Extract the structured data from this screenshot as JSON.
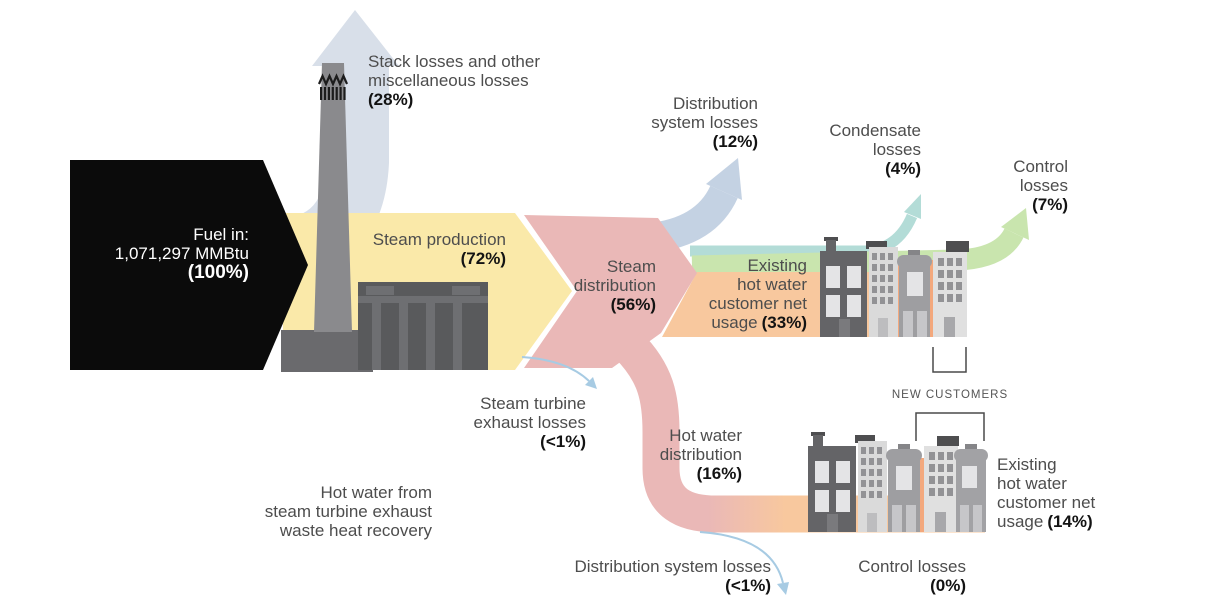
{
  "colors": {
    "stack_arrow": "#D8DFE9",
    "steam_production": "#FAE9A9",
    "steam_distribution": "#EAB8B7",
    "distribution_losses": "#C4D2E3",
    "condensate_losses": "#B3DCD7",
    "control_losses": "#C9E5AE",
    "hot_water_usage": "#F8C89E",
    "hot_water_highlight": "#F3A87D",
    "fuel_black": "#0B0B0B",
    "thin_arrow_blue": "#A7CBE3"
  },
  "labels": {
    "fuel_in": {
      "l1": "Fuel in:",
      "l2": "1,071,297 MMBtu",
      "pct": "(100%)"
    },
    "stack_losses": {
      "l1": "Stack losses and other",
      "l2": "miscellaneous losses",
      "pct": "(28%)"
    },
    "steam_production": {
      "l1": "Steam production",
      "pct": "(72%)"
    },
    "steam_distribution": {
      "l1": "Steam",
      "l2": "distribution",
      "pct": "(56%)"
    },
    "distribution_system_losses": {
      "l1": "Distribution",
      "l2": "system losses",
      "pct": "(12%)"
    },
    "condensate_losses": {
      "l1": "Condensate",
      "l2": "losses",
      "pct": "(4%)"
    },
    "control_losses_top": {
      "l1": "Control",
      "l2": "losses",
      "pct": "(7%)"
    },
    "existing_customer_top": {
      "l1": "Existing",
      "l2": "hot water",
      "l3": "customer net",
      "l4": "usage",
      "pct": "(33%)"
    },
    "steam_turbine_exhaust_losses": {
      "l1": "Steam turbine",
      "l2": "exhaust losses",
      "pct": "(<1%)"
    },
    "hot_water_distribution": {
      "l1": "Hot water",
      "l2": "distribution",
      "pct": "(16%)"
    },
    "heat_recovery_note": {
      "l1": "Hot water from",
      "l2": "steam turbine exhaust",
      "l3": "waste heat recovery"
    },
    "distribution_system_losses_bottom": {
      "l1": "Distribution system losses",
      "pct": "(<1%)"
    },
    "control_losses_bottom": {
      "l1": "Control losses",
      "pct": "(0%)"
    },
    "existing_customer_bottom": {
      "l1": "Existing",
      "l2": "hot water",
      "l3": "customer net",
      "l4": "usage",
      "pct": "(14%)"
    },
    "new_customers": "NEW CUSTOMERS"
  }
}
